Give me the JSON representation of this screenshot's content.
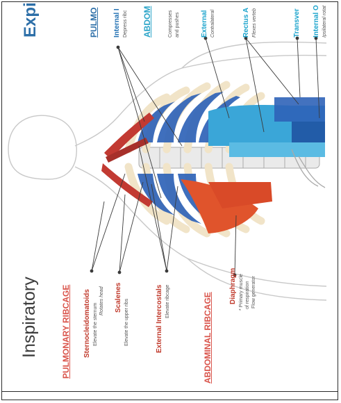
{
  "inspiratory": {
    "title": "Inspiratory",
    "pulmonary_heading": "PULMONARY RIBCAGE",
    "sternocleidomastoids": {
      "name": "Sternocleidomatoids",
      "desc1": "Elevate the sternum",
      "desc2": "Rotates head"
    },
    "scalenes": {
      "name": "Scalenes",
      "desc1": "Elevate the upper ribs"
    },
    "external_intercostals": {
      "name": "External Intercostals",
      "desc1": "Elevate ribcage"
    },
    "abdominal_heading": "ABDOMINAL RIBCAGE",
    "diaphragm": {
      "name": "Diaphragm",
      "desc1": "* Primary muscle",
      "desc2": "of respiration",
      "desc3": "Flow generator"
    }
  },
  "expiratory": {
    "title": "Expi",
    "pulmonary_heading": "PULMO",
    "internal_intercostals": {
      "name": "Internal I",
      "desc1": "Depress ribc"
    },
    "abdominal_heading": "ABDOM",
    "abdominal_desc1": "Compresses",
    "abdominal_desc2": "and pushes",
    "external_obliques": {
      "name": "External",
      "desc1": "Contralateral"
    },
    "rectus": {
      "name": "Rectus A",
      "desc1": "Flexes verteb"
    },
    "transversus": {
      "name": "Transver"
    },
    "internal_obliques": {
      "name": "Internal O",
      "desc1": "Ipsilateral rotat"
    }
  },
  "colors": {
    "inspiratory_accent": "#d9534a",
    "expiratory_accent": "#2d6fa8",
    "abdominal_accent": "#2aa4c8",
    "bone": "#f1e4c8",
    "intercostal_blue": "#2f63b8",
    "muscle_red": "#c23a32",
    "diaphragm_orange": "#e0542c",
    "abdominal_cyan": "#3aa6d8"
  }
}
